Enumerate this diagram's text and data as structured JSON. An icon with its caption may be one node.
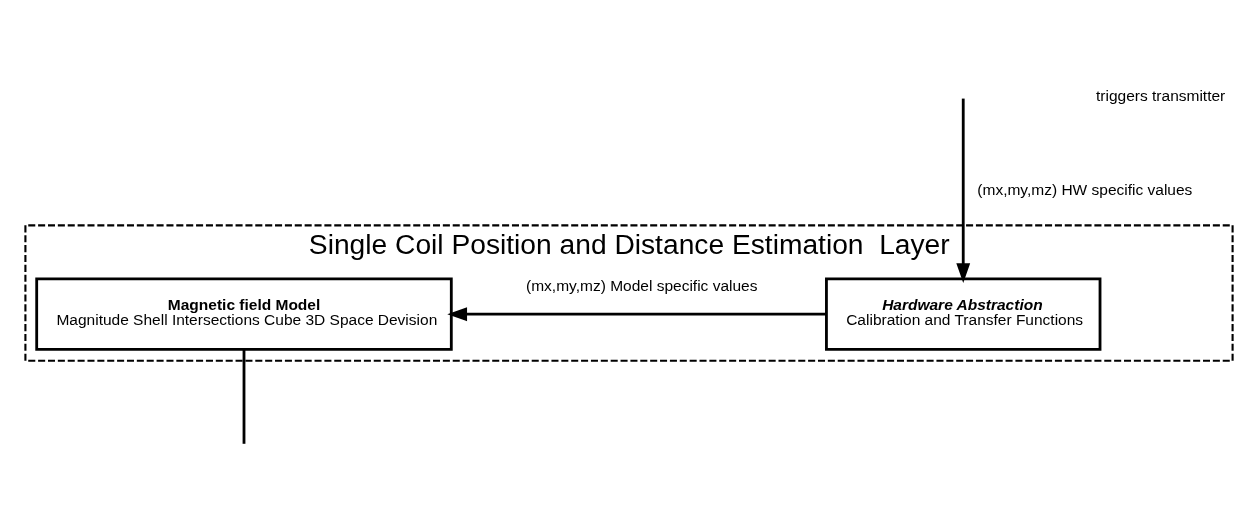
{
  "diagram": {
    "nodes": [
      {
        "text": [
          "Single Coil Position and Distance Estimation  Layer"
        ]
      },
      {
        "text": [
          "Magnetic field Model",
          "Magnitude Shell Intersections Cube 3D Space Devision"
        ],
        "in": 0
      },
      {
        "text": [
          "Hardware Abstraction",
          "Calibration and Transfer Functions"
        ],
        "in": 0
      }
    ],
    "edges": [
      {
        "from": null,
        "to": 2,
        "arrow": "to",
        "label": "(mx,my,mz) HW specific values"
      },
      {
        "from": 2,
        "to": 1,
        "arrow": "to",
        "label": "(mx,my,mz) Model specific values"
      },
      {
        "from": 1,
        "to": null,
        "arrow": "none"
      }
    ],
    "labels": [
      "triggers transmitter"
    ]
  }
}
